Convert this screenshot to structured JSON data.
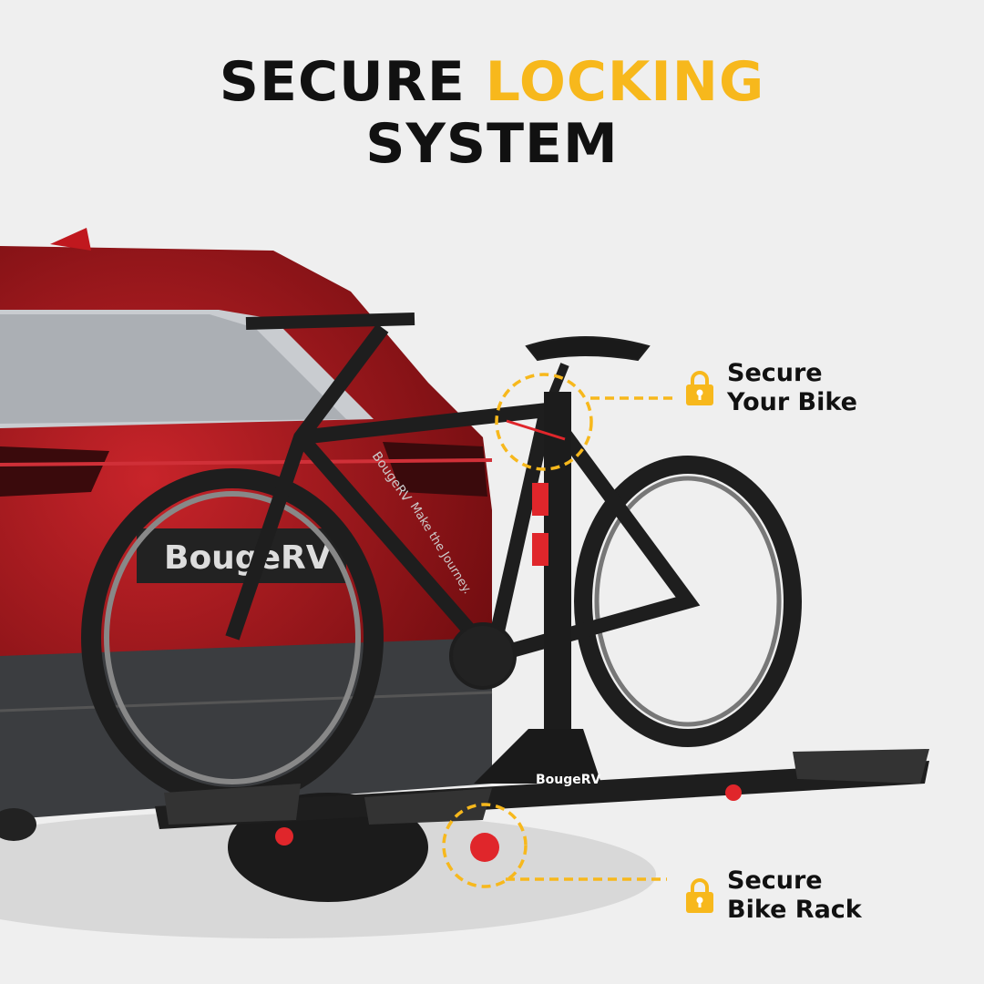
{
  "title": {
    "line1_black": "SECURE ",
    "line1_accent": "LOCKING",
    "line2": "SYSTEM"
  },
  "callouts": [
    {
      "icon": "lock-icon",
      "line1": "Secure",
      "line2": "Your Bike"
    },
    {
      "icon": "lock-icon",
      "line1": "Secure",
      "line2": "Bike Rack"
    }
  ],
  "logos": {
    "car_plate": "BougeRV",
    "bike_frame": "BougeRV",
    "bike_slogan": "Make the Journey.",
    "rack": "BougeRV"
  },
  "colors": {
    "accent": "#f7b81c",
    "text": "#111111",
    "car": "#a3161a",
    "lock_red": "#e0262b"
  }
}
